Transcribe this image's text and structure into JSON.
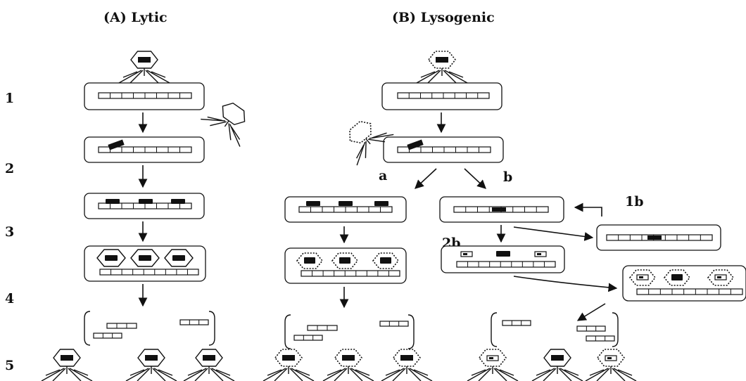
{
  "titles": {
    "lytic": "(A) Lytic",
    "lysogenic": "(B) Lysogenic"
  },
  "steps": [
    "1",
    "2",
    "3",
    "4",
    "5"
  ],
  "branches": {
    "a": "a",
    "b": "b",
    "one_b": "1b",
    "two_b": "2b"
  },
  "colors": {
    "ink": "#111111",
    "background": "#ffffff"
  }
}
